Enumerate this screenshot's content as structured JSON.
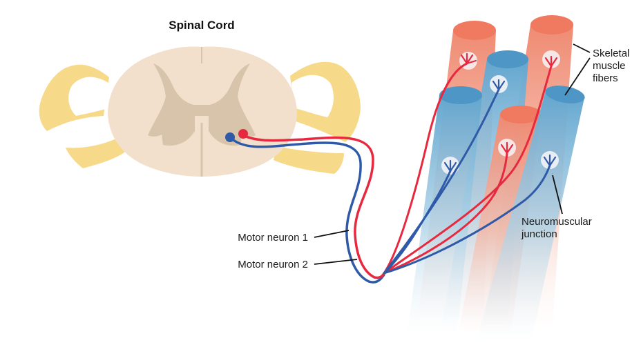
{
  "title": "Spinal Cord",
  "labels": {
    "motor_neuron_1": "Motor neuron 1",
    "motor_neuron_2": "Motor neuron 2",
    "skeletal_1": "Skeletal",
    "skeletal_2": "muscle",
    "skeletal_3": "fibers",
    "nmj_1": "Neuromuscular",
    "nmj_2": "junction"
  },
  "colors": {
    "red_neuron": "#e8283e",
    "blue_neuron": "#2f5aa8",
    "red_fiber": "#f08c74",
    "blue_fiber": "#6aaad0",
    "cord_body": "#f2e0cd",
    "grey_matter": "#d5c0a8",
    "nerve_root": "#f7d98a"
  }
}
